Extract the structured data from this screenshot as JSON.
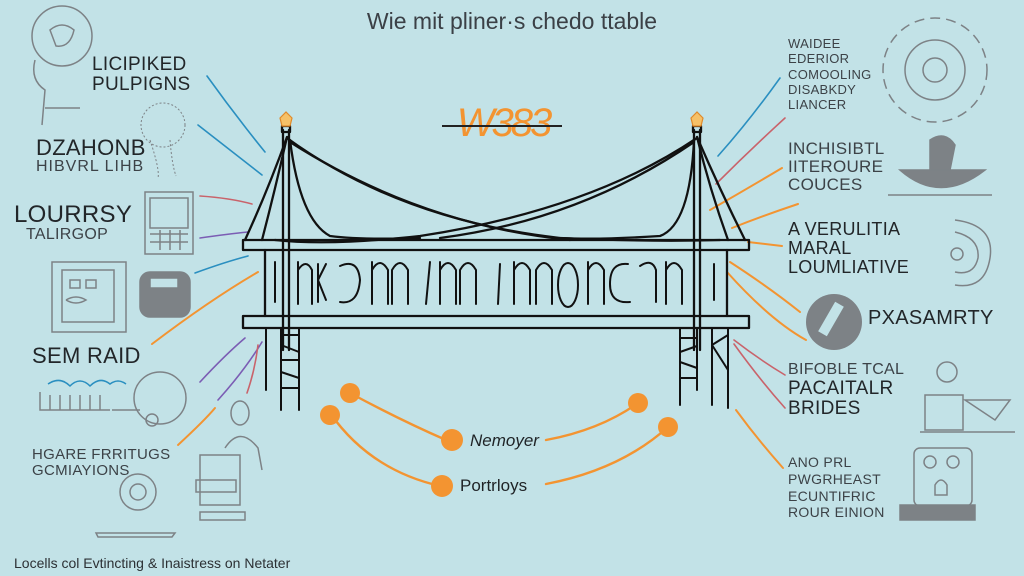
{
  "title": "Wie mit pliner·s chedo ttable",
  "center_logo": "W383",
  "left_labels": [
    {
      "lines": [
        "LICIPIKED",
        "PULPIGNS"
      ]
    },
    {
      "lines": [
        "DZAHONB",
        "HIBVRL LIHB"
      ]
    },
    {
      "lines": [
        "LOURRSY",
        "TALIRGOP"
      ]
    },
    {
      "lines": [
        "SEM RAID"
      ]
    },
    {
      "lines": [
        "HGARE FRRITUGS",
        "GCMIAYIONS"
      ]
    }
  ],
  "right_labels": [
    {
      "lines": [
        "WAIDEE",
        "EDERIOR",
        "COMOOLING",
        "DISABKDY",
        "LIANCER"
      ]
    },
    {
      "lines": [
        "INCHISIBTL",
        "IITEROURE",
        "COUCES"
      ]
    },
    {
      "lines": [
        "A VERULITIA",
        "MARAL",
        "LOUMLIATIVE"
      ]
    },
    {
      "lines": [
        "PXASAMRTY"
      ]
    },
    {
      "lines": [
        "BIFOBLE TCAL",
        "PACAITALR",
        "BRIDES"
      ]
    },
    {
      "lines": [
        "ANO PRL",
        "PWGRHEAST",
        "ECUNTIFRIC",
        "ROUR EINION"
      ]
    }
  ],
  "nodes": [
    {
      "label": "Nemoyer"
    },
    {
      "label": "Portrloys"
    }
  ],
  "footer": "Locells col Evtincting & Inaistress on Netater",
  "colors": {
    "background": "#c2e2e7",
    "accent_orange": "#f39431",
    "line_blue": "#2a8fc0",
    "line_red": "#c9636b",
    "line_purple": "#7b5db4",
    "ink": "#111111",
    "sketch_gray": "#7d8286"
  }
}
